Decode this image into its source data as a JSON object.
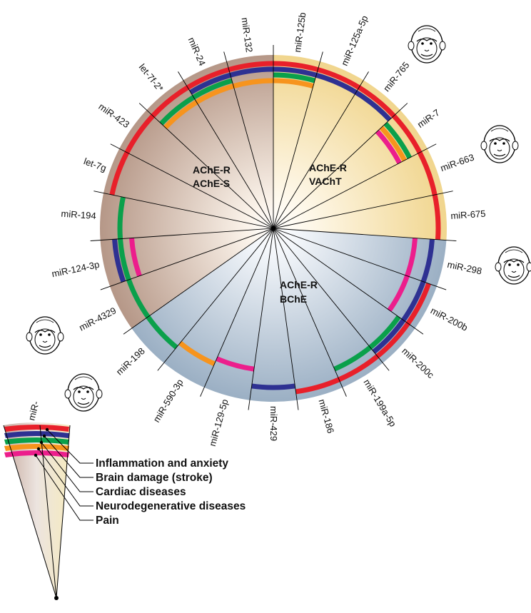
{
  "mirnas": [
    "miR-125b",
    "miR-125a-5p",
    "miR-765",
    "miR-7",
    "miR-663",
    "miR-675",
    "miR-298",
    "miR-200b",
    "miR-200c",
    "miR-199a-5p",
    "miR-186",
    "miR-429",
    "miR-129-5p",
    "miR-590-3p",
    "miR-198",
    "miR-4329",
    "miR-124-3p",
    "miR-194",
    "let-7g",
    "miR-423",
    "let-7f-2*",
    "miR-24",
    "miR-132"
  ],
  "primate_icon_mirnas": [
    "miR-765",
    "miR-663",
    "miR-298",
    "miR-4329",
    "miR-198"
  ],
  "sectors": [
    {
      "line1": "AChE-R",
      "line2": "AChE-S",
      "color": "#b39484"
    },
    {
      "line1": "AChE-R",
      "line2": "VAChT",
      "color": "#f4dc90"
    },
    {
      "line1": "AChE-R",
      "line2": "BChE",
      "color": "#9fb5cb"
    }
  ],
  "conditions": [
    {
      "label": "Inflammation and anxiety",
      "color": "#e8202a"
    },
    {
      "label": "Brain damage (stroke)",
      "color": "#2e3192"
    },
    {
      "label": "Cardiac diseases",
      "color": "#0aa04b"
    },
    {
      "label": "Neurodegenerative diseases",
      "color": "#f7941d"
    },
    {
      "label": "Pain",
      "color": "#ec1e8c"
    }
  ],
  "legend": {
    "wedge_label": "miR-"
  },
  "rings": [
    {
      "condition": "Inflammation and anxiety",
      "members": [
        "let-7g",
        "miR-423",
        "let-7f-2*",
        "miR-24",
        "miR-132",
        "miR-125b",
        "miR-125a-5p",
        "miR-765",
        "miR-7",
        "miR-663",
        "miR-675",
        "miR-200b",
        "miR-200c",
        "miR-199a-5p",
        "miR-186"
      ]
    },
    {
      "condition": "Brain damage (stroke)",
      "members": [
        "miR-24",
        "miR-132",
        "miR-125b",
        "miR-125a-5p",
        "miR-765",
        "miR-298",
        "miR-200b",
        "miR-200c",
        "miR-429",
        "miR-124-3p"
      ]
    },
    {
      "condition": "Cardiac diseases",
      "members": [
        "let-7f-2*",
        "miR-24",
        "miR-125b",
        "miR-7",
        "miR-200c",
        "miR-199a-5p",
        "miR-194",
        "miR-124-3p",
        "miR-4329",
        "miR-198"
      ]
    },
    {
      "condition": "Neurodegenerative diseases",
      "members": [
        "let-7f-2*",
        "miR-24",
        "miR-132",
        "miR-125b",
        "miR-7",
        "miR-590-3p"
      ]
    },
    {
      "condition": "Pain",
      "members": [
        "miR-7",
        "miR-298",
        "miR-200b",
        "miR-129-5p",
        "miR-124-3p"
      ]
    }
  ]
}
